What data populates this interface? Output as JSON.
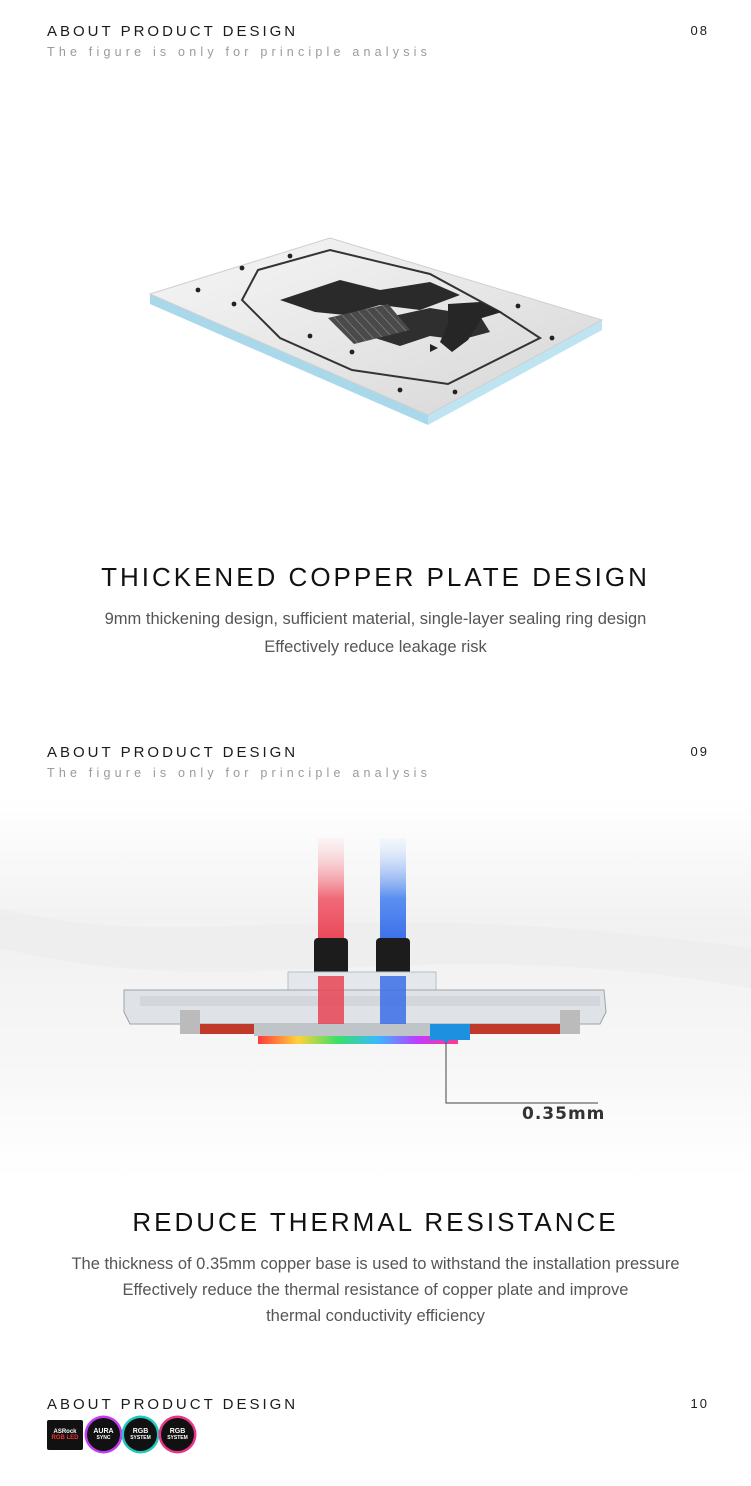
{
  "section1": {
    "header_title": "ABOUT PRODUCT DESIGN",
    "header_subtitle": "The figure is only for principle analysis",
    "page_number": "08",
    "title": "THICKENED COPPER PLATE DESIGN",
    "body_lines": [
      "9mm thickening design, sufficient material, single-layer sealing ring design",
      "Effectively reduce leakage risk"
    ]
  },
  "section2": {
    "header_title": "ABOUT PRODUCT DESIGN",
    "header_subtitle": "The figure is only for principle analysis",
    "page_number": "09",
    "callout_label": "0.35mm",
    "title": "REDUCE THERMAL RESISTANCE",
    "body_lines": [
      "The thickness of 0.35mm copper base is used to withstand the installation pressure",
      "Effectively reduce the thermal resistance of copper plate and improve",
      "thermal conductivity efficiency"
    ]
  },
  "section3": {
    "header_title": "ABOUT PRODUCT DESIGN",
    "page_number": "10",
    "logos": [
      {
        "name": "asrock-rgb-led-logo",
        "text_top": "ASRock",
        "text_bottom": "RGB LED"
      },
      {
        "name": "asus-aura-sync-logo",
        "text_top": "AURA",
        "text_bottom": "SYNC"
      },
      {
        "name": "msi-rgb-system-logo",
        "text_top": "RGB",
        "text_bottom": "SYSTEM"
      },
      {
        "name": "gigabyte-rgb-fusion-logo",
        "text_top": "RGB",
        "text_bottom": "SYSTEM"
      }
    ]
  }
}
